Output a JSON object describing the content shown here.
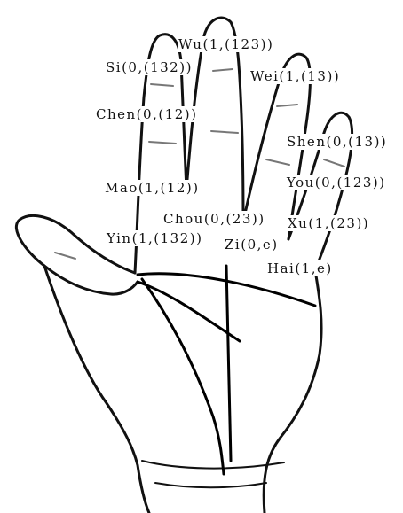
{
  "diagram": {
    "labels": {
      "wu": "Wu(1,(123))",
      "si": "Si(0,(132))",
      "wei": "Wei(1,(13))",
      "chen": "Chen(0,(12))",
      "shen": "Shen(0,(13))",
      "you": "You(0,(123))",
      "mao": "Mao(1,(12))",
      "chou": "Chou(0,(23))",
      "xu": "Xu(1,(23))",
      "yin": "Yin(1,(132))",
      "zi": "Zi(0,e)",
      "hai": "Hai(1,e)"
    },
    "colors": {
      "ink": "#111111",
      "background": "#ffffff",
      "accent_line": "#000000"
    }
  }
}
